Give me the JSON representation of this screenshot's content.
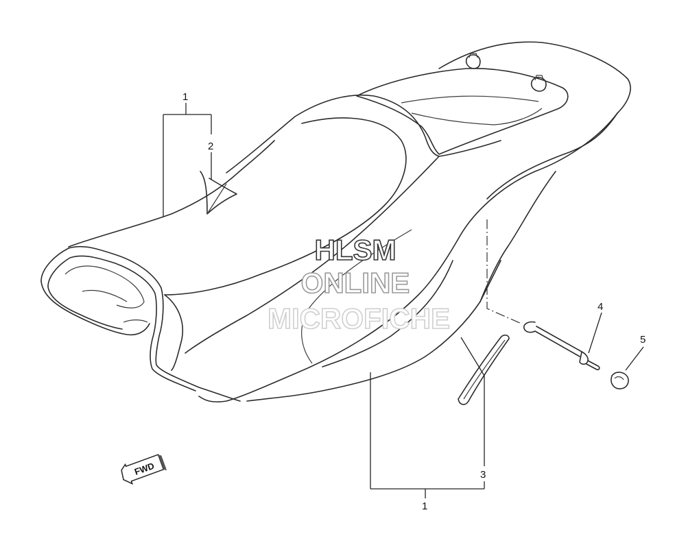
{
  "watermark": {
    "line1": "HLSM",
    "line2": "ONLINE",
    "line3": "MICROFICHE"
  },
  "fwd_label": "FWD",
  "callouts": [
    {
      "id": "c1-top",
      "text": "1"
    },
    {
      "id": "c2",
      "text": "2"
    },
    {
      "id": "c3",
      "text": "3"
    },
    {
      "id": "c1-bottom",
      "text": "1"
    },
    {
      "id": "c4",
      "text": "4"
    },
    {
      "id": "c5",
      "text": "5"
    }
  ]
}
